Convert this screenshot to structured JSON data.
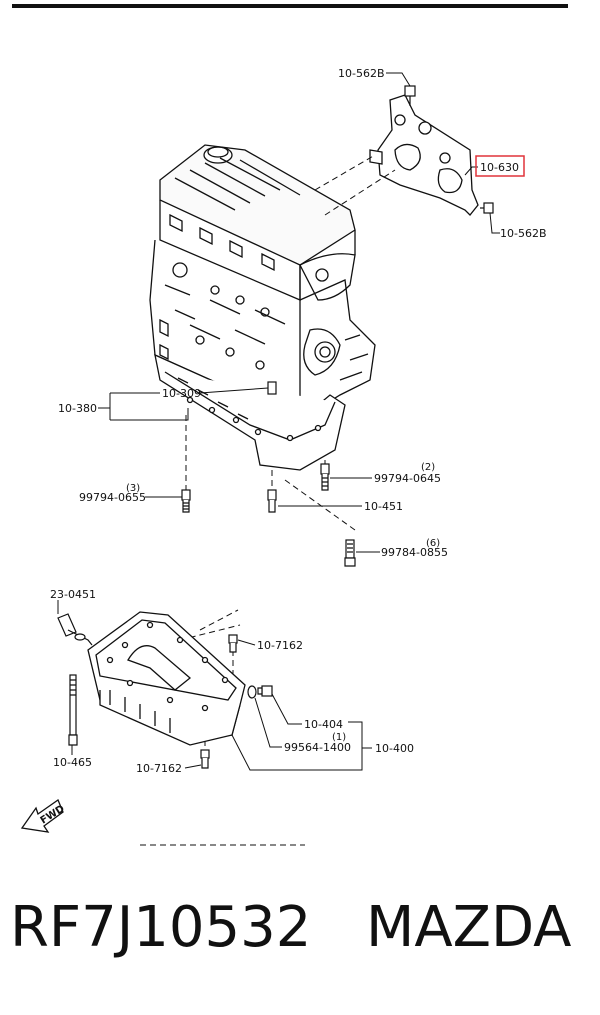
{
  "callouts": {
    "c10562b_top": "10-562B",
    "c10630": "10-630",
    "c10562b_bottom": "10-562B",
    "c10380": "10-380",
    "c10309": "10-309",
    "c99794_0645": "99794-0645",
    "q99794_0645": "(2)",
    "c99794_0655": "99794-0655",
    "q99794_0655": "(3)",
    "c10451": "10-451",
    "c99784_0855": "99784-0855",
    "q99784_0855": "(6)",
    "c230451": "23-0451",
    "c107162_top": "10-7162",
    "c10404": "10-404",
    "c99564_1400": "99564-1400",
    "q99564_1400": "(1)",
    "c10400": "10-400",
    "c10465": "10-465",
    "c107162_bottom": "10-7162",
    "fwd": "FWD"
  },
  "highlight_color": "#e0333a",
  "footer": {
    "part_number": "RF7J10532",
    "brand": "MAZDA"
  }
}
